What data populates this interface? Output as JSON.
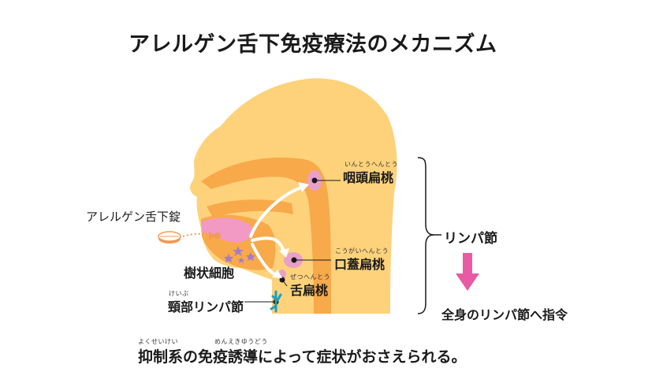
{
  "title": "アレルゲン舌下免疫療法のメカニズム",
  "labels": {
    "tablet": "アレルゲン舌下錠",
    "pharyngeal_tonsil": "咽頭扁桃",
    "pharyngeal_tonsil_ruby": "いんとうへんとう",
    "palatine_tonsil": "口蓋扁桃",
    "palatine_tonsil_ruby": "こうがいへんとう",
    "lingual_tonsil": "舌扁桃",
    "lingual_tonsil_ruby": "ぜつへんとう",
    "dendritic_cell": "樹状細胞",
    "cervical_lymph": "頸部リンパ節",
    "cervical_lymph_ruby": "けいぶ",
    "lymph_node": "リンパ節",
    "instruction": "全身のリンパ節へ指令"
  },
  "bottom": {
    "text": "抑制系の免疫誘導によって症状がおさえられる。",
    "ruby_left": "よくせいけい",
    "ruby_right": "めんえきゆうどう"
  },
  "colors": {
    "skin": "#FDD27B",
    "inner": "#F8A94A",
    "tonsil": "#E9A0C8",
    "tongue": "#F29AC3",
    "arrow_down": "#E85AA4",
    "cell": "#A77BC8",
    "lymph": "#1E9FBF",
    "tablet": "#F39A55"
  }
}
